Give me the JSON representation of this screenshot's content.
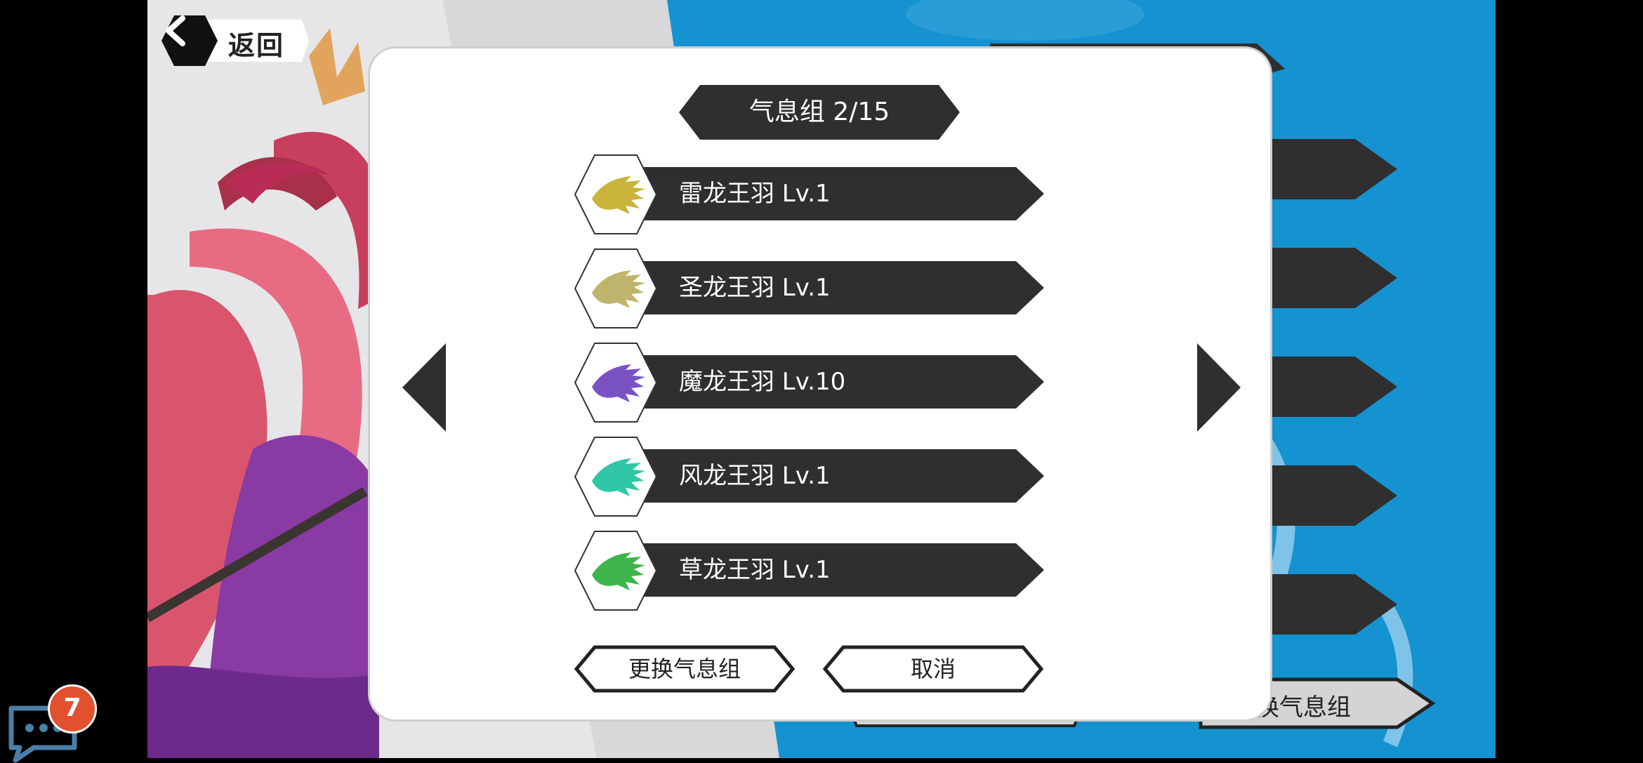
{
  "header": {
    "back_label": "返回"
  },
  "modal": {
    "title": "气息组 2/15",
    "items": [
      {
        "label": "雷龙王羽 Lv.1",
        "icon": "lightning-dragon-feather-icon",
        "color": "#c9b33a"
      },
      {
        "label": "圣龙王羽 Lv.1",
        "icon": "holy-dragon-feather-icon",
        "color": "#bfb46b"
      },
      {
        "label": "魔龙王羽 Lv.10",
        "icon": "demon-dragon-feather-icon",
        "color": "#7a52c4"
      },
      {
        "label": "风龙王羽 Lv.1",
        "icon": "wind-dragon-feather-icon",
        "color": "#2fc7a6"
      },
      {
        "label": "草龙王羽 Lv.1",
        "icon": "grass-dragon-feather-icon",
        "color": "#3db54a"
      }
    ],
    "confirm_label": "更换气息组",
    "cancel_label": "取消"
  },
  "background": {
    "partial_button_label": "换气息组"
  },
  "chat": {
    "badge_count": "7"
  },
  "colors": {
    "dark": "#2f2f2f",
    "blue": "#1592d0",
    "badge": "#e2512f"
  }
}
